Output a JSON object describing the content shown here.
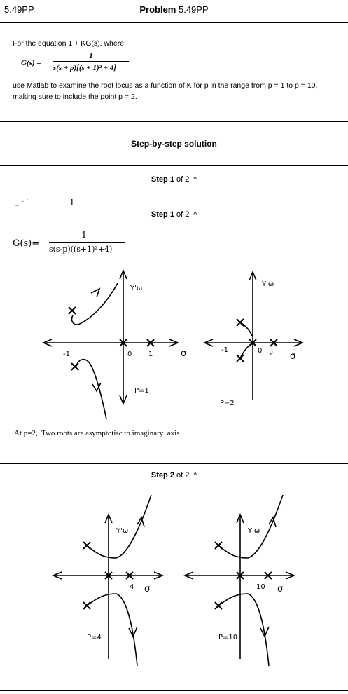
{
  "header": {
    "left": "5.49PP",
    "center_bold": "Problem",
    "center_rest": "5.49PP"
  },
  "problem": {
    "line1": "For the equation 1 + KG(s), where",
    "g_label": "G(s) =",
    "g_num": "1",
    "g_den": "s(s + p)[(s + 1)² + 4]",
    "line3": "use Matlab to examine the root locus as a function of K for p in the range from p = 1 to p = 10,",
    "line4": "making sure to include the point p = 2."
  },
  "solution_title": "Step-by-step solution",
  "step1": {
    "title_bold": "Step 1",
    "title_rest": "of 2",
    "caret": "^",
    "fragment_num": "1",
    "title2_bold": "Step 1",
    "title2_rest": "of 2",
    "g_label": "G(s)=",
    "g_num": "1",
    "g_den": "s(s-p)((s+1)²+4)",
    "plot1": {
      "jw": "Y'ω",
      "neg1": "-1",
      "zero": "0",
      "pole": "1",
      "sigma": "σ",
      "p": "P=1"
    },
    "plot2": {
      "jw": "Y'ω",
      "neg1": "-1",
      "zero": "0",
      "pole": "2",
      "sigma": "σ",
      "p": "P=2"
    },
    "note": "At p=2,  Two roots are asymptotisc to imaginary  axis"
  },
  "step2": {
    "title_bold": "Step 2",
    "title_rest": "of 2",
    "caret": "^",
    "plot3": {
      "jw": "Y'ω",
      "pole": "4",
      "sigma": "σ",
      "p": "P=4"
    },
    "plot4": {
      "jw": "Y'ω",
      "pole": "10",
      "sigma": "σ",
      "p": "P=10"
    }
  }
}
